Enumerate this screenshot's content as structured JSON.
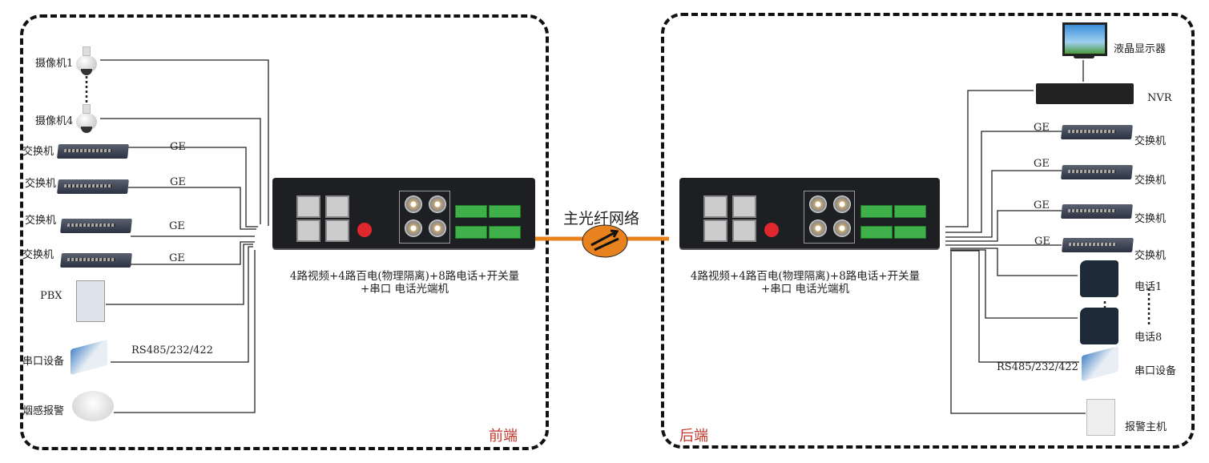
{
  "network_label": "主光纤网络",
  "front": {
    "zone_label": "前端",
    "device_caption_line1": "4路视频+4路百电(物理隔离)+8路电话+开关量",
    "device_caption_line2": "+串口 电话光端机",
    "cameras": [
      {
        "label": "摄像机1"
      },
      {
        "label": "摄像机4"
      }
    ],
    "switches": [
      {
        "label": "交换机",
        "link": "GE"
      },
      {
        "label": "交换机",
        "link": "GE"
      },
      {
        "label": "交换机",
        "link": "GE"
      },
      {
        "label": "交换机",
        "link": "GE"
      }
    ],
    "pbx": "PBX",
    "serial": {
      "label": "串口设备",
      "link": "RS485/232/422"
    },
    "smoke": "烟感报警"
  },
  "back": {
    "zone_label": "后端",
    "device_caption_line1": "4路视频+4路百电(物理隔离)+8路电话+开关量",
    "device_caption_line2": "+串口 电话光端机",
    "monitor": "液晶显示器",
    "nvr": "NVR",
    "switches": [
      {
        "label": "交换机",
        "link": "GE"
      },
      {
        "label": "交换机",
        "link": "GE"
      },
      {
        "label": "交换机",
        "link": "GE"
      },
      {
        "label": "交换机",
        "link": "GE"
      }
    ],
    "phones": [
      {
        "label": "电话1"
      },
      {
        "label": "电话8"
      }
    ],
    "serial": {
      "label": "串口设备",
      "link": "RS485/232/422"
    },
    "alarm": "报警主机"
  },
  "colors": {
    "fiber": "#e8821e",
    "zone_label": "#c2362a",
    "terminal": "#3fb04a"
  }
}
